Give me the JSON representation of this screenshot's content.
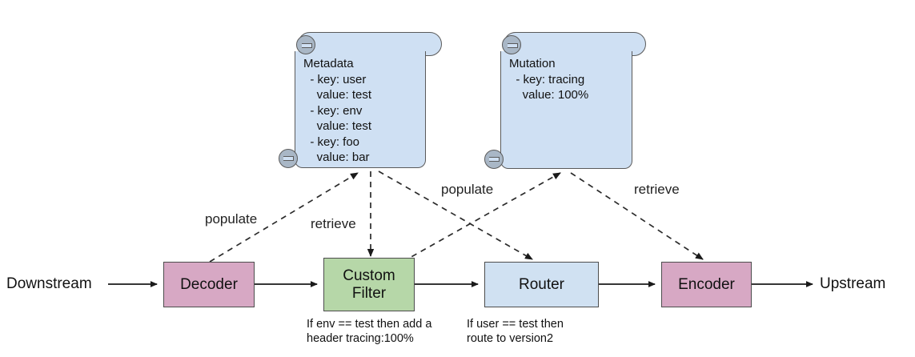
{
  "diagram": {
    "title": "Envoy proxy filter chain with metadata and mutation scrolls",
    "colors": {
      "box_pink": "#d7a8c4",
      "box_green": "#b6d7a8",
      "box_blue": "#d0e1f2",
      "scroll_fill": "#cfe0f3",
      "scroll_roll": "#a9b7c6",
      "stroke": "#4d4d4d",
      "dashed_stroke": "#3a3a3a",
      "background": "#ffffff"
    },
    "endpoints": {
      "downstream": "Downstream",
      "upstream": "Upstream"
    },
    "nodes": [
      {
        "id": "decoder",
        "label": "Decoder",
        "fill": "#d7a8c4"
      },
      {
        "id": "custom-filter",
        "label": "Custom\nFilter",
        "fill": "#b6d7a8"
      },
      {
        "id": "router",
        "label": "Router",
        "fill": "#d0e1f2"
      },
      {
        "id": "encoder",
        "label": "Encoder",
        "fill": "#d7a8c4"
      }
    ],
    "captions": [
      {
        "id": "custom-filter-caption",
        "text": "If env == test then add a\nheader tracing:100%"
      },
      {
        "id": "router-caption",
        "text": "If user == test then\nroute to version2"
      }
    ],
    "scrolls": [
      {
        "id": "metadata",
        "title": "Metadata",
        "lines": [
          "Metadata",
          "  - key: user",
          "    value: test",
          "  - key: env",
          "    value: test",
          "  - key: foo",
          "    value: bar"
        ]
      },
      {
        "id": "mutation",
        "title": "Mutation",
        "lines": [
          "Mutation",
          "  - key: tracing",
          "    value: 100%"
        ]
      }
    ],
    "edge_labels": [
      {
        "id": "populate-metadata",
        "text": "populate"
      },
      {
        "id": "retrieve-metadata",
        "text": "retrieve"
      },
      {
        "id": "populate-mutation",
        "text": "populate"
      },
      {
        "id": "retrieve-mutation",
        "text": "retrieve"
      }
    ]
  }
}
